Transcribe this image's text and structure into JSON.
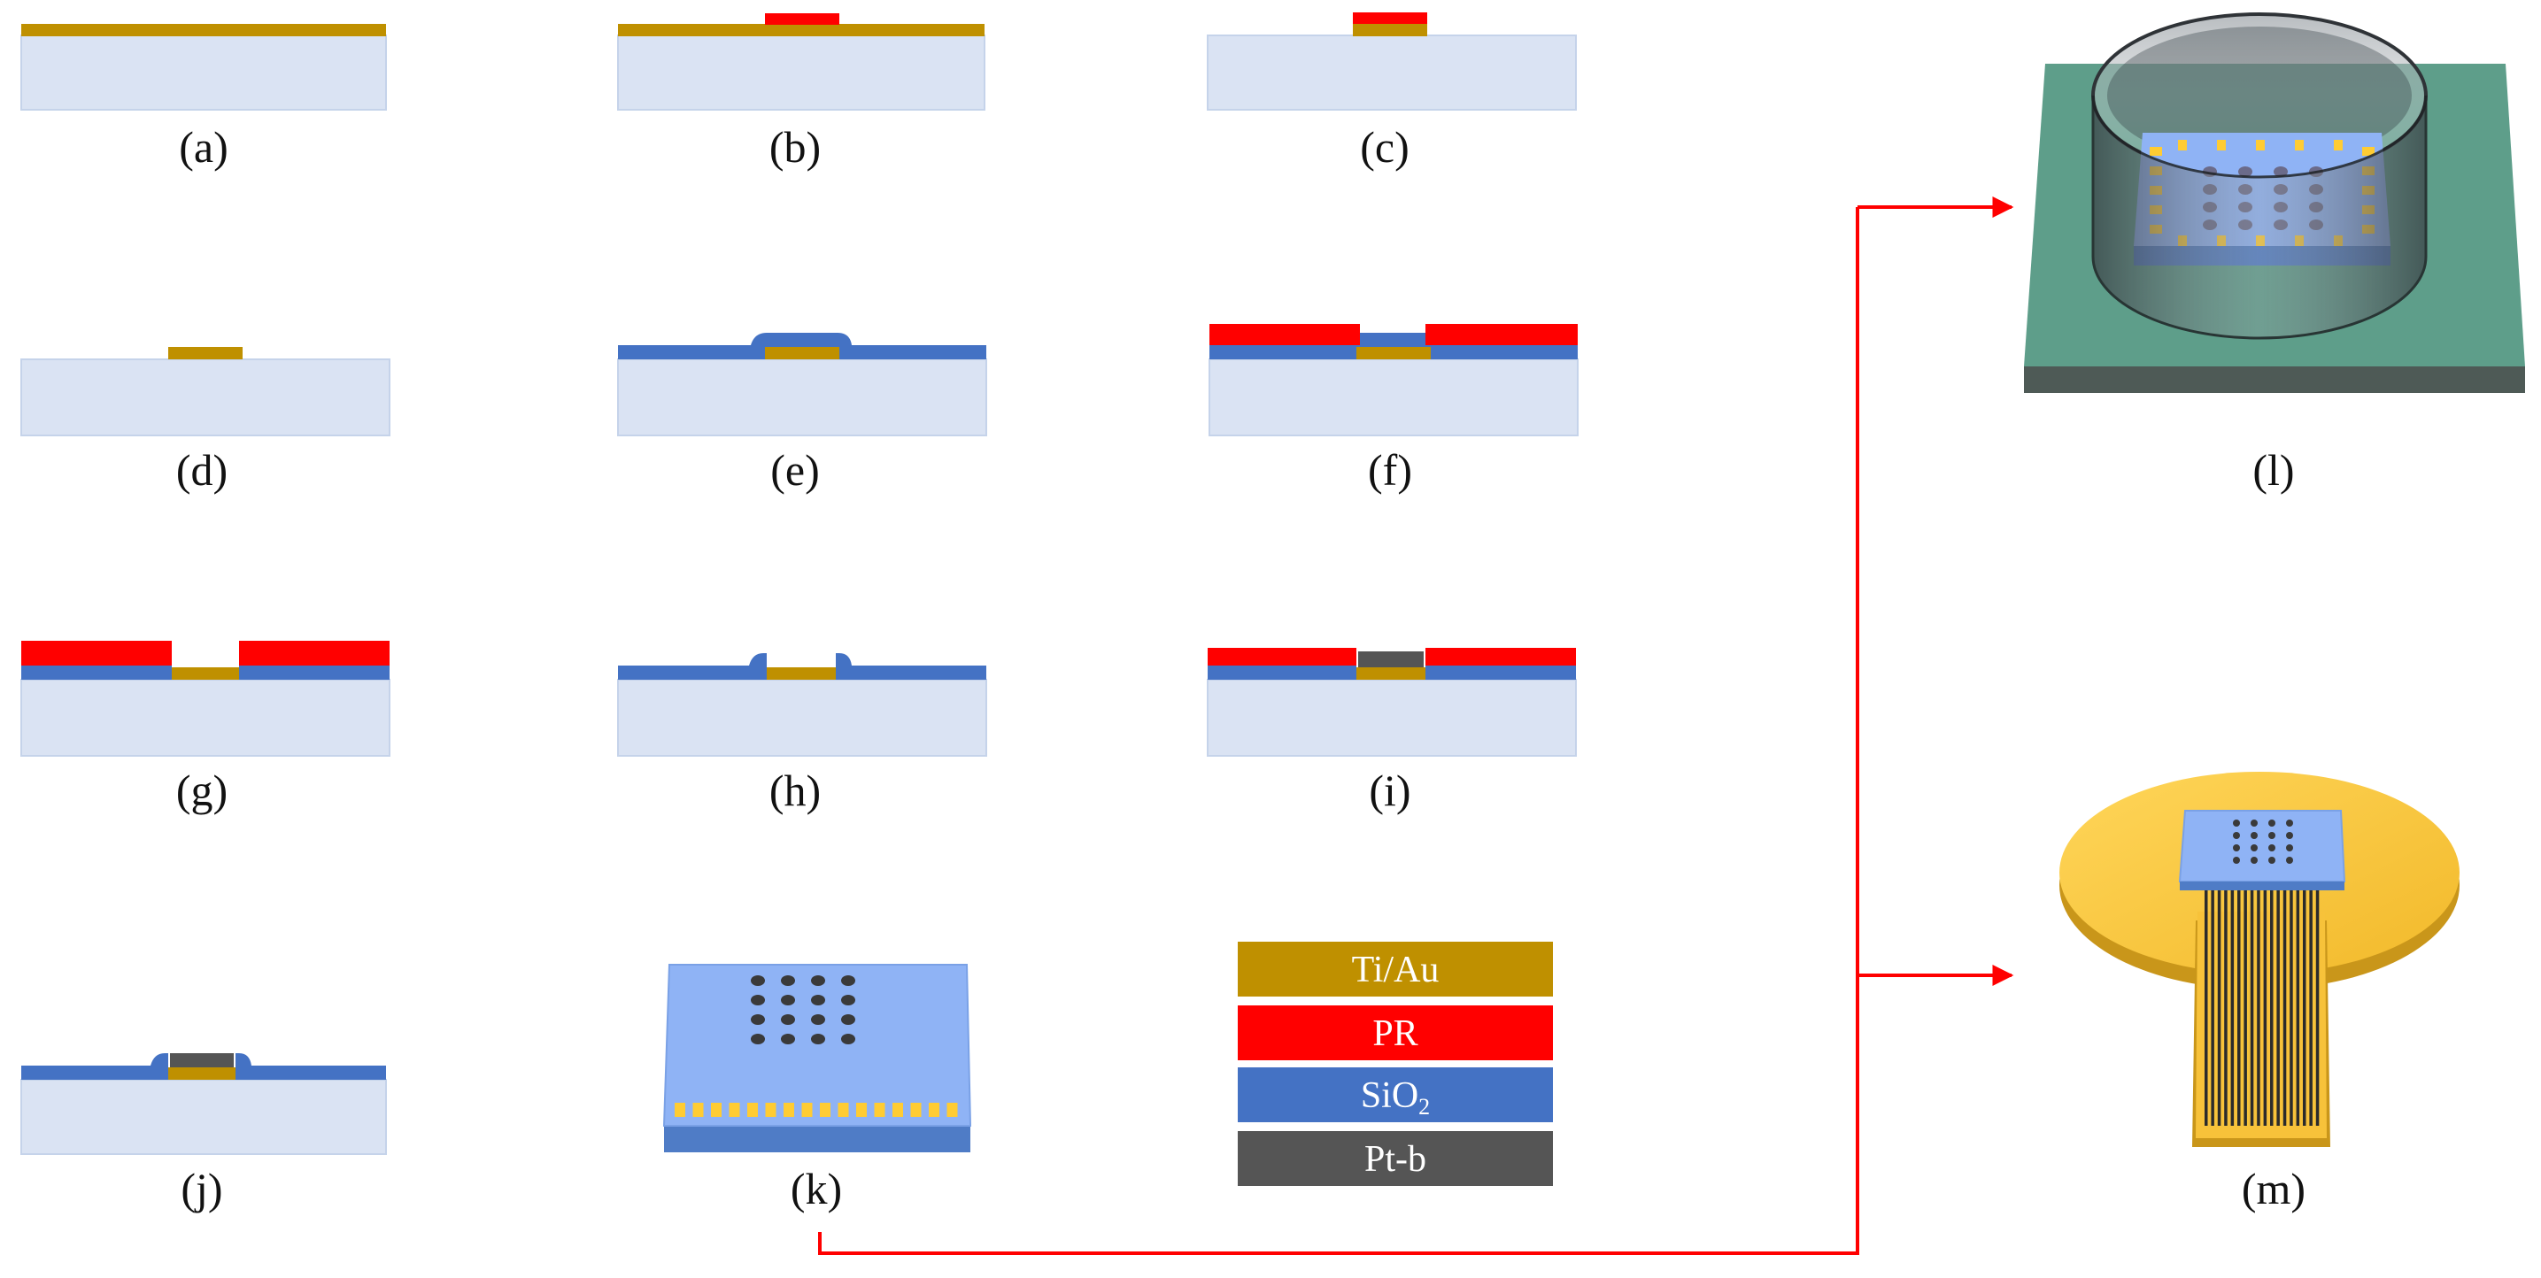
{
  "step_labels": {
    "a": "(a)",
    "b": "(b)",
    "c": "(c)",
    "d": "(d)",
    "e": "(e)",
    "f": "(f)",
    "g": "(g)",
    "h": "(h)",
    "i": "(i)",
    "j": "(j)",
    "k": "(k)",
    "l": "(l)",
    "m": "(m)"
  },
  "legend": {
    "ti_au": {
      "label": "Ti/Au",
      "fill": "#BF9000",
      "text_color": "#ffffff"
    },
    "pr": {
      "label": "PR",
      "fill": "#FF0000",
      "text_color": "#ffffff"
    },
    "sio2": {
      "label": "SiO",
      "subscript": "2",
      "fill": "#4472C4",
      "text_color": "#ffffff"
    },
    "pt_b": {
      "label": "Pt-b",
      "fill": "#555555",
      "text_color": "#ffffff"
    }
  },
  "colors": {
    "substrate": "#DAE3F3",
    "substrate_edge": "#C5D3EA",
    "arrow": "#FF0000",
    "chip_top": "#8FB3F5",
    "chip_side": "#4F7CC6",
    "pcb_top": "#5E9E8A",
    "pcb_side": "#4E5A56",
    "flex_gold": "#F7C23A",
    "flex_gold_side": "#C9961A",
    "electrode_dot": "#3A3A3A",
    "pad_yellow": "#FFCC33"
  },
  "icons": {
    "arrow": "arrowhead-icon"
  }
}
